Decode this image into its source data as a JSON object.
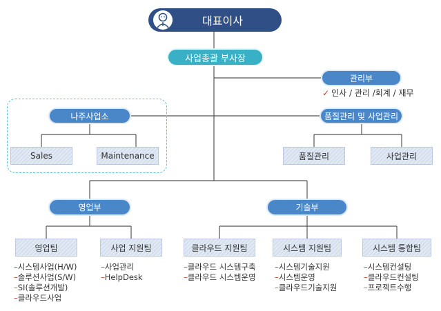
{
  "ceo": {
    "label": "대표이사"
  },
  "vp": {
    "label": "사업총괄 부사장"
  },
  "management": {
    "label": "관리부",
    "duties": "인사 / 관리 /회계 / 재무"
  },
  "quality_business": {
    "label": "품질관리 및 사업관리",
    "children": [
      "품질관리",
      "사업관리"
    ]
  },
  "naju": {
    "label": "나주사업소",
    "children": [
      "Sales",
      "Maintenance"
    ]
  },
  "sales_div": {
    "label": "영업부"
  },
  "tech_div": {
    "label": "기술부"
  },
  "teams": [
    {
      "label": "영업팀",
      "items": [
        "시스템사업(H/W)",
        "솔루션사업(S/W)",
        "SI(솔루션개발)",
        "클라우드사업"
      ]
    },
    {
      "label": "사업 지원팀",
      "items": [
        "사업관리",
        "HelpDesk"
      ]
    },
    {
      "label": "클라우드 지원팀",
      "items": [
        "클라우드 시스템구축",
        "클라우드 시스템운영"
      ]
    },
    {
      "label": "시스템 지원팀",
      "items": [
        "시스템기술지원",
        "시스템운영",
        "클라우드기술지원"
      ]
    },
    {
      "label": "시스템 통합팀",
      "items": [
        "시스템컨설팅",
        "클라우드컨설팅",
        "프로젝트수행"
      ]
    }
  ],
  "colors": {
    "navy": "#2f4f86",
    "teal": "#3ab0c6",
    "blue": "#4a87c8",
    "line": "#555555",
    "dash_red": "#c0392b"
  }
}
